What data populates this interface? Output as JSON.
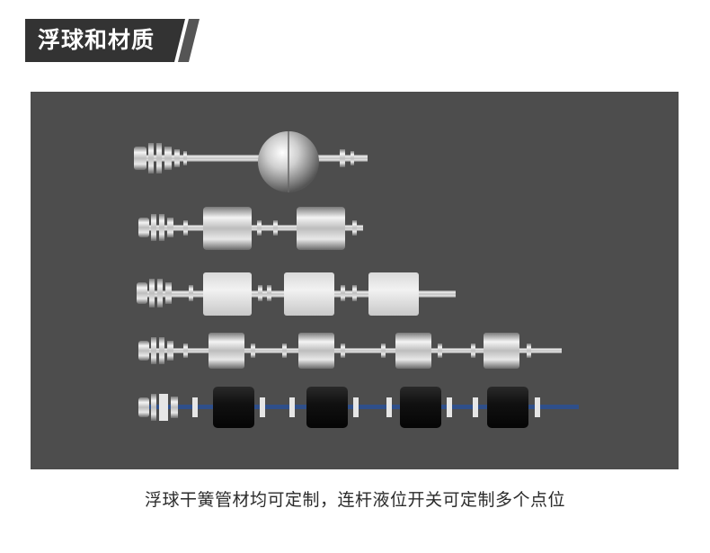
{
  "header": {
    "title": "浮球和材质"
  },
  "photo": {
    "background_color": "#4d4d4d",
    "rows": [
      {
        "float_type": "ball",
        "float_count": 1,
        "material": "stainless-steel"
      },
      {
        "float_type": "cylinder",
        "float_count": 2,
        "material": "stainless-steel"
      },
      {
        "float_type": "cylinder",
        "float_count": 3,
        "material": "white-plastic"
      },
      {
        "float_type": "cylinder",
        "float_count": 4,
        "material": "stainless-steel"
      },
      {
        "float_type": "cylinder",
        "float_count": 4,
        "material": "black-rubber"
      }
    ]
  },
  "caption": {
    "text": "浮球干簧管材均可定制，连杆液位开关可定制多个点位"
  },
  "colors": {
    "title_bg": "#333333",
    "accent_stripe": "#5a5a5a",
    "caption_text": "#2b2b2b"
  }
}
